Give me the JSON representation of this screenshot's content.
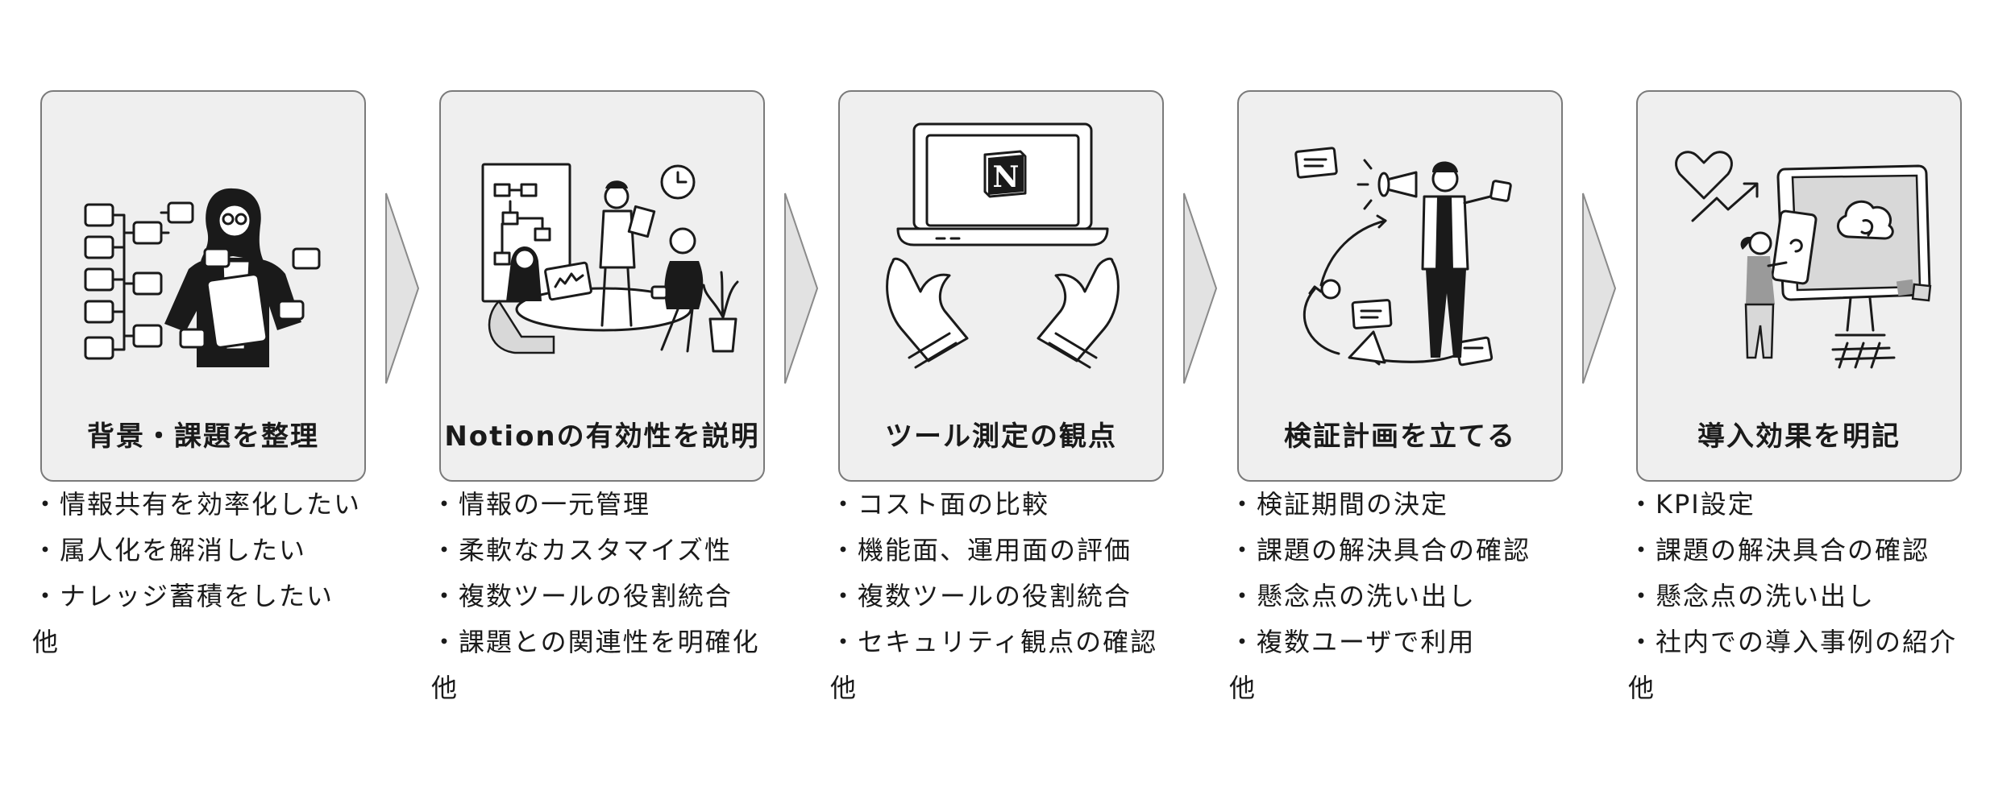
{
  "steps": [
    {
      "title": "背景・課題を整理",
      "illustration": "whiteboard-person-illustration",
      "bullets": [
        "・情報共有を効率化したい",
        "・属人化を解消したい",
        "・ナレッジ蓄積をしたい"
      ],
      "other": "他"
    },
    {
      "title": "Notionの有効性を説明",
      "illustration": "team-meeting-illustration",
      "bullets": [
        "・情報の一元管理",
        "・柔軟なカスタマイズ性",
        "・複数ツールの役割統合",
        "・課題との関連性を明確化"
      ],
      "other": "他"
    },
    {
      "title": "ツール測定の観点",
      "illustration": "hands-laptop-notion-illustration",
      "logo_letter": "N",
      "bullets": [
        "・コスト面の比較",
        "・機能面、運用面の評価",
        "・複数ツールの役割統合",
        "・セキュリティ観点の確認"
      ],
      "other": "他"
    },
    {
      "title": "検証計画を立てる",
      "illustration": "megaphone-cycle-illustration",
      "bullets": [
        "・検証期間の決定",
        "・課題の解決具合の確認",
        "・懸念点の洗い出し",
        "・複数ユーザで利用"
      ],
      "other": "他"
    },
    {
      "title": "導入効果を明記",
      "illustration": "monitor-growth-illustration",
      "bullets": [
        "・KPI設定",
        "・課題の解決具合の確認",
        "・懸念点の洗い出し",
        "・社内での導入事例の紹介"
      ],
      "other": "他"
    }
  ],
  "arrow_icon": "chevron-right-arrow",
  "colors": {
    "card_bg": "#efefef",
    "card_border": "#7a7a7a",
    "arrow_fill": "#e2e2e2",
    "arrow_stroke": "#8a8a8a",
    "text": "#1a1a1a"
  }
}
